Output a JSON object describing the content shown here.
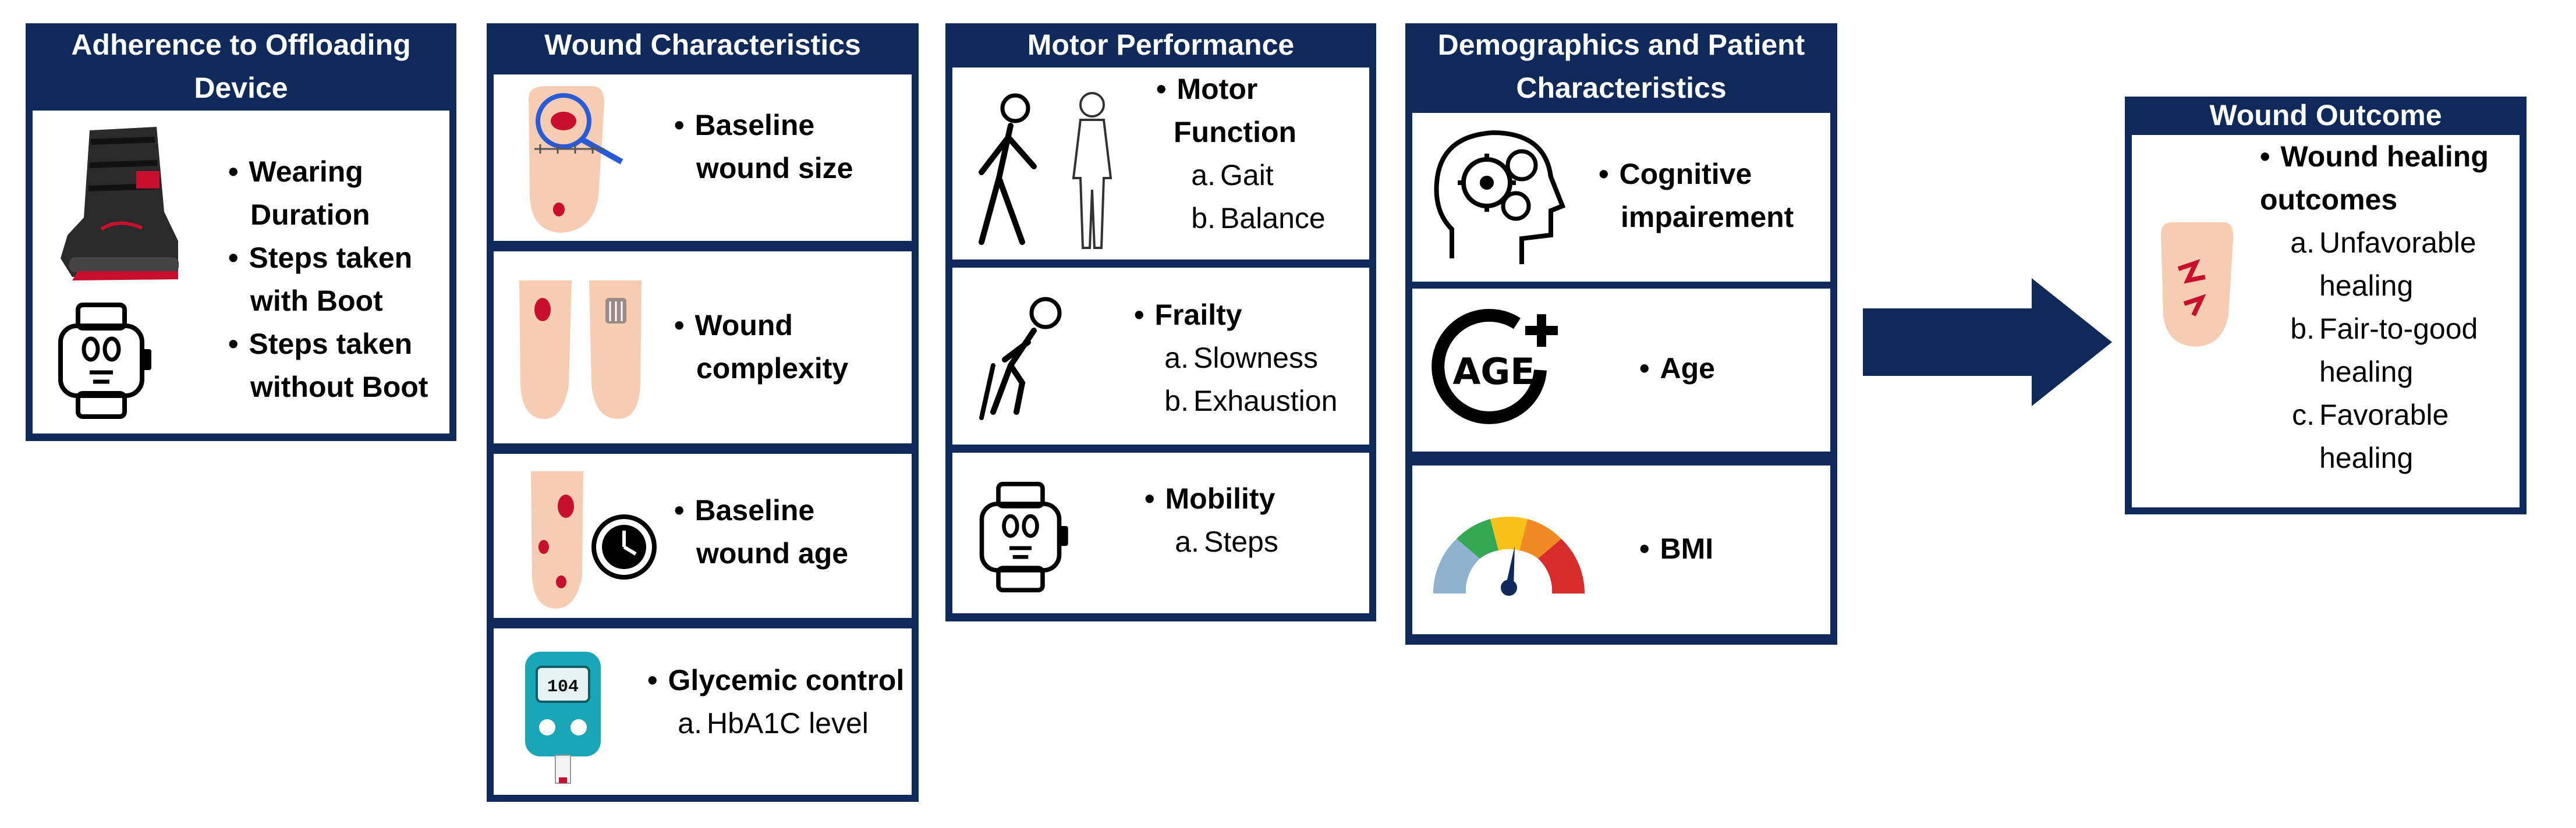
{
  "adherence": {
    "title_1": "Adherence to Offloading",
    "title_2": "Device",
    "items": [
      "Wearing",
      "Duration",
      "Steps taken",
      "with Boot",
      "Steps taken",
      "without Boot"
    ]
  },
  "wound_characteristics": {
    "title": "Wound Characteristics",
    "size": [
      "Baseline",
      "wound size"
    ],
    "complexity": [
      "Wound",
      "complexity"
    ],
    "age": [
      "Baseline",
      "wound age"
    ],
    "glycemic": {
      "label": "Glycemic control",
      "marker": "a.",
      "sub": "HbA1C level"
    }
  },
  "motor": {
    "title": "Motor Performance",
    "function": {
      "label_1": "Motor",
      "label_2": "Function",
      "subs": [
        {
          "m": "a.",
          "t": "Gait"
        },
        {
          "m": "b.",
          "t": "Balance"
        }
      ]
    },
    "frailty": {
      "label": "Frailty",
      "subs": [
        {
          "m": "a.",
          "t": "Slowness"
        },
        {
          "m": "b.",
          "t": "Exhaustion"
        }
      ]
    },
    "mobility": {
      "label": "Mobility",
      "subs": [
        {
          "m": "a.",
          "t": "Steps"
        }
      ]
    }
  },
  "demographics": {
    "title_1": "Demographics and Patient",
    "title_2": "Characteristics",
    "cognitive": [
      "Cognitive",
      "impairement"
    ],
    "age": "Age",
    "bmi": "BMI"
  },
  "outcome": {
    "title": "Wound Outcome",
    "label_1": "Wound healing",
    "label_2": "outcomes",
    "subs": [
      {
        "m": "a.",
        "t1": "Unfavorable",
        "t2": "healing"
      },
      {
        "m": "b.",
        "t1": "Fair-to-good",
        "t2": "healing"
      },
      {
        "m": "c.",
        "t1": "Favorable",
        "t2": "healing"
      }
    ]
  },
  "glucometer_display": "104",
  "age_icon_text": "AGE",
  "colors": {
    "navy": "#0f2a5a",
    "skin": "#f6cdb3",
    "wound": "#c8102e",
    "teal": "#1aa6b7"
  },
  "icons": [
    "offloading-boot-icon",
    "smartwatch-icon",
    "foot-magnifier-icon",
    "feet-wounds-icon",
    "foot-clock-icon",
    "glucometer-icon",
    "walking-figure-icon",
    "body-figure-icon",
    "frail-person-icon",
    "smartwatch-icon",
    "brain-gears-icon",
    "age-plus-icon",
    "bmi-gauge-icon",
    "foot-wound-icon",
    "arrow-right-icon"
  ]
}
